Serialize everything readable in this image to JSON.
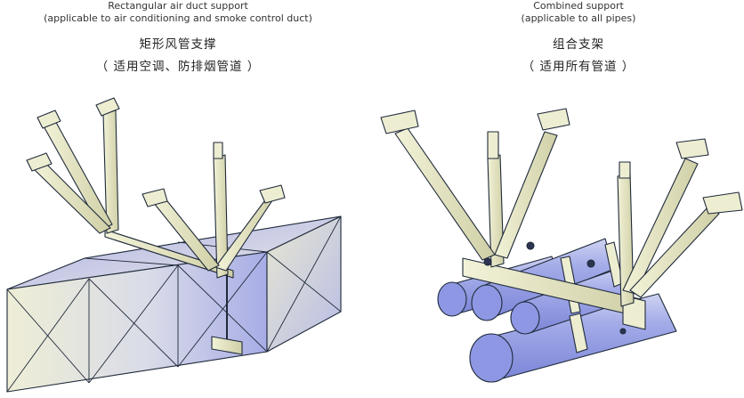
{
  "left_caption": {
    "english_title": "Rectangular air duct support",
    "english_subtitle": "(applicable to air conditioning and smoke control duct)",
    "chinese_title": "矩形风管支撑",
    "chinese_subtitle": "（ 适用空调、防排烟管道 ）"
  },
  "right_caption": {
    "english_title": "Combined support",
    "english_subtitle": "(applicable to all pipes)",
    "chinese_title": "组合支架",
    "chinese_subtitle": "（ 适用所有管道 ）"
  },
  "colors": {
    "duct_blue": "#a9aee6",
    "duct_cream": "#efeed6",
    "strut_cream": "#e8e8c0",
    "pipe_blue": "#8d97e3",
    "outline": "#1f2a3a"
  }
}
